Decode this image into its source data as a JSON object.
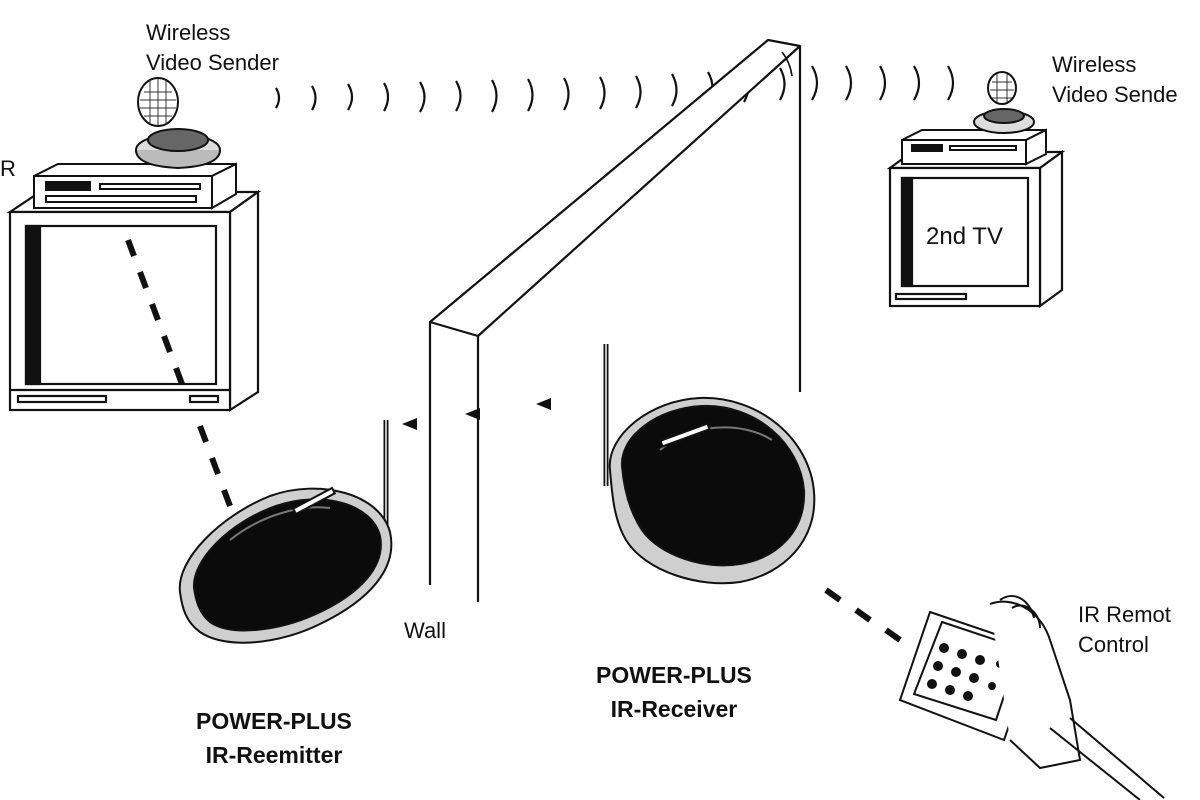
{
  "labels": {
    "sender_left": [
      "Wireless",
      "Video Sender"
    ],
    "vcr_left": "R",
    "sender_right": [
      "Wireless",
      "Video Sende"
    ],
    "tv2": "2nd TV",
    "wall": "Wall",
    "reemitter": [
      "POWER-PLUS",
      "IR-Reemitter"
    ],
    "receiver": [
      "POWER-PLUS",
      "IR-Receiver"
    ],
    "remote": [
      "IR Remot",
      "Control"
    ]
  },
  "colors": {
    "ink": "#111111",
    "device_dark": "#0b0b0b",
    "device_shell": "#cfcfcf",
    "screen": "#ffffff"
  }
}
